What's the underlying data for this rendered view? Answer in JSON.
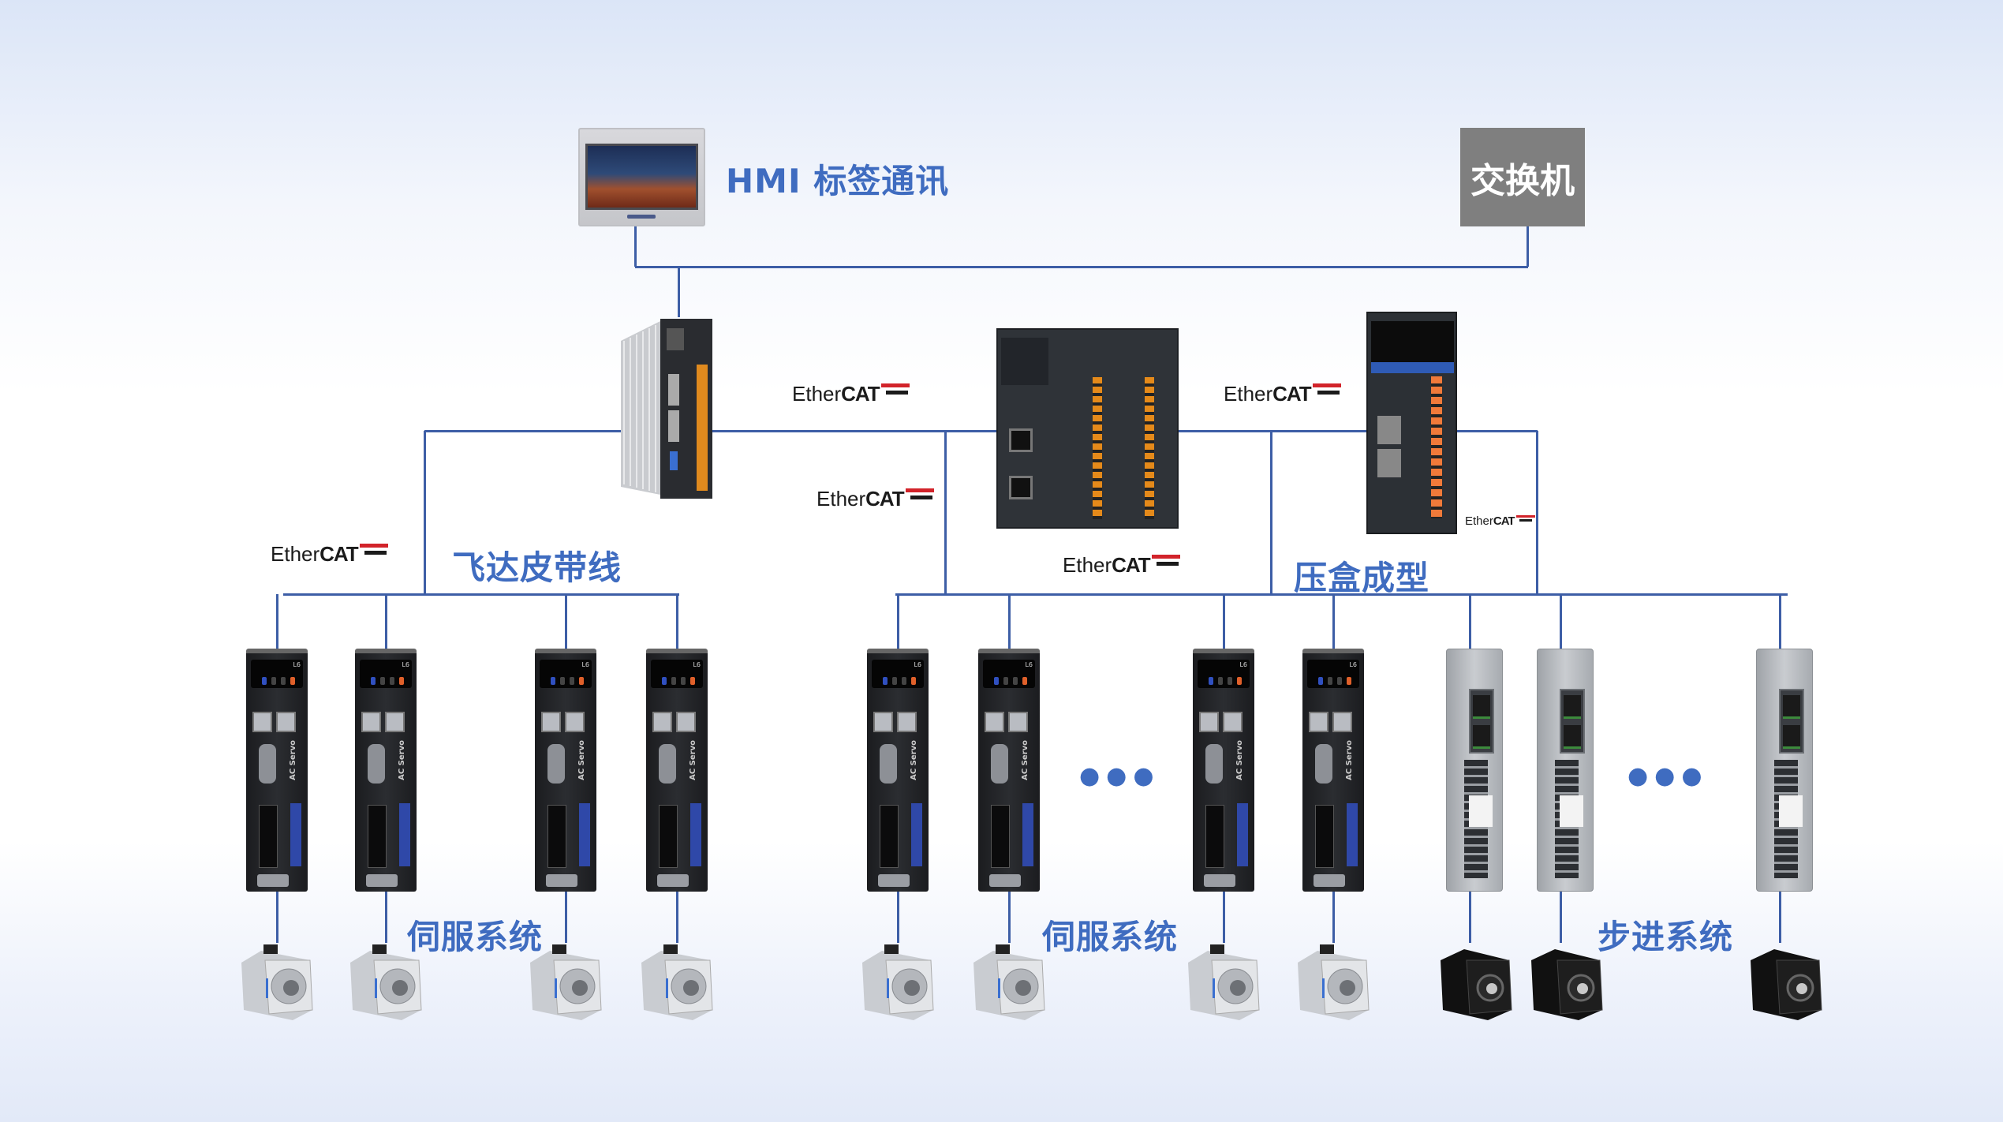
{
  "hmi": {
    "label": "HMI 标签通讯"
  },
  "switch": {
    "label": "交换机"
  },
  "groups": {
    "feeder_belt": "飞达皮带线",
    "box_forming": "压盒成型",
    "servo_left": "伺服系统",
    "servo_right": "伺服系统",
    "stepper": "步进系统"
  },
  "ethercat": {
    "ether": "Ether",
    "cat": "CAT"
  },
  "servo_drive": {
    "model": "L6",
    "text": "AC Servo"
  },
  "ellipsis": "●●●",
  "colors": {
    "line": "#3d5ea6",
    "label": "#3f6cc0",
    "switch_bg": "#7f7f7f"
  }
}
